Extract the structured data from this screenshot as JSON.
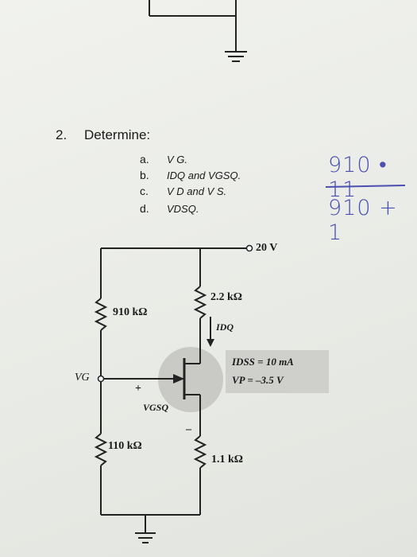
{
  "question": {
    "number": "2.",
    "title": "Determine:",
    "parts": [
      {
        "letter": "a.",
        "text": "V G."
      },
      {
        "letter": "b.",
        "text": "IDQ and VGSQ."
      },
      {
        "letter": "c.",
        "text": "V D and V S."
      },
      {
        "letter": "d.",
        "text": "VDSQ."
      }
    ]
  },
  "handwriting": {
    "numerator": "910 • 11",
    "denominator": "910 + 1"
  },
  "circuit": {
    "supply": "20 V",
    "r_gate_top": "910 kΩ",
    "r_gate_bottom": "110 kΩ",
    "r_drain": "2.2 kΩ",
    "r_source": "1.1 kΩ",
    "drain_current": "IDQ",
    "gate_node": "VG",
    "vgs_label": "VGSQ",
    "plus": "+",
    "minus": "–",
    "spec_idss": "IDSS = 10 mA",
    "spec_vp": "VP = –3.5 V"
  }
}
